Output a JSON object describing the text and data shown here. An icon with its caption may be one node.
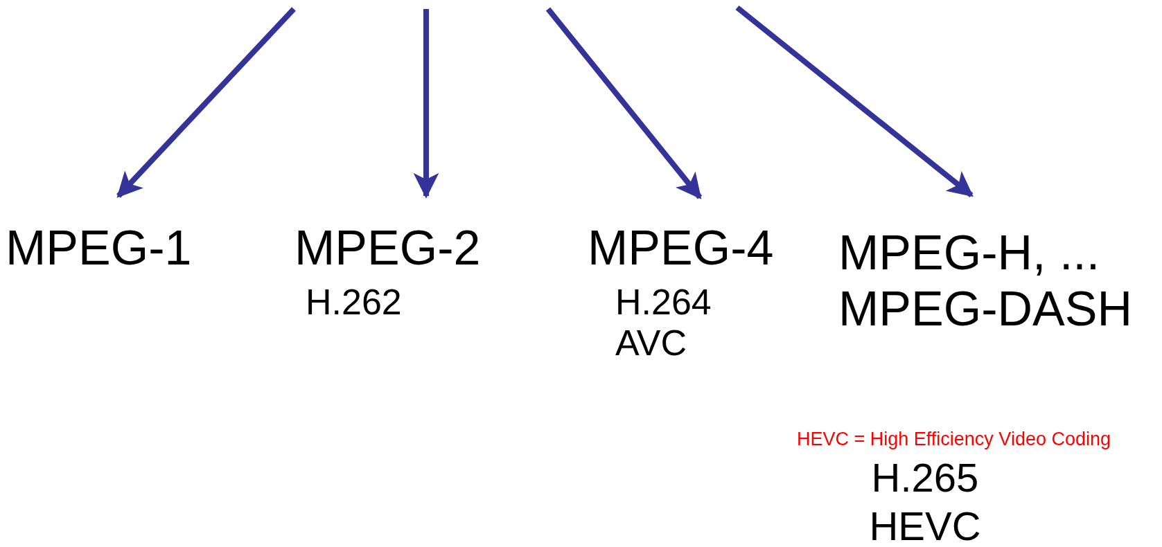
{
  "diagram": {
    "nodes": [
      {
        "text": [
          "MPEG-1"
        ]
      },
      {
        "text": [
          "MPEG-2",
          "H.262"
        ]
      },
      {
        "text": [
          "MPEG-4",
          "H.264 AVC"
        ]
      },
      {
        "text": [
          "MPEG-H, ... MPEG-DASH"
        ]
      }
    ],
    "edges": [
      {
        "from": null,
        "to": 0,
        "arrow": "to"
      },
      {
        "from": null,
        "to": 1,
        "arrow": "to"
      },
      {
        "from": null,
        "to": 2,
        "arrow": "to"
      },
      {
        "from": null,
        "to": 3,
        "arrow": "to"
      }
    ],
    "labels": [
      "HEVC = High Efficiency Video Coding",
      "H.265 HEVC"
    ]
  }
}
